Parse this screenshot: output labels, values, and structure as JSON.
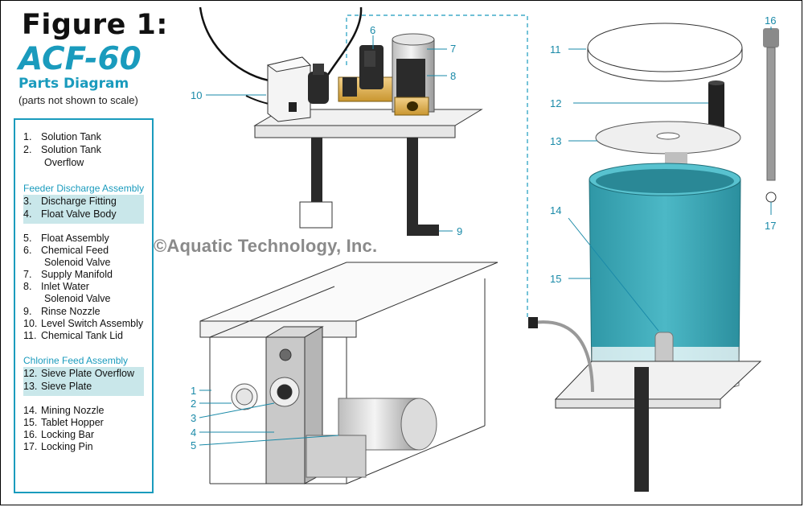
{
  "title": "Figure 1:",
  "model": "ACF-60",
  "subtitle": "Parts Diagram",
  "note": "(parts not shown to scale)",
  "watermark": "©Aquatic Technology, Inc.",
  "colors": {
    "accent": "#1a9bbd",
    "hopper": "#3aa7b5",
    "highlight": "#c9e7ea"
  },
  "legend": {
    "items_a": [
      {
        "num": "1.",
        "label": "Solution Tank"
      },
      {
        "num": "2.",
        "label": "Solution Tank",
        "cont": "Overflow"
      }
    ],
    "group_feeder": "Feeder Discharge Assembly",
    "items_b": [
      {
        "num": "3.",
        "label": "Discharge Fitting"
      },
      {
        "num": "4.",
        "label": "Float Valve Body"
      }
    ],
    "items_c": [
      {
        "num": "5.",
        "label": "Float Assembly"
      },
      {
        "num": "6.",
        "label": "Chemical Feed",
        "cont": "Solenoid Valve"
      },
      {
        "num": "7.",
        "label": "Supply Manifold"
      },
      {
        "num": "8.",
        "label": "Inlet Water",
        "cont": "Solenoid Valve"
      },
      {
        "num": "9.",
        "label": "Rinse Nozzle"
      },
      {
        "num": "10.",
        "label": "Level Switch Assembly"
      },
      {
        "num": "11.",
        "label": "Chemical Tank Lid"
      }
    ],
    "group_chlorine": "Chlorine Feed Assembly",
    "items_d": [
      {
        "num": "12.",
        "label": "Sieve Plate Overflow"
      },
      {
        "num": "13.",
        "label": "Sieve Plate"
      }
    ],
    "items_e": [
      {
        "num": "14.",
        "label": "Mining Nozzle"
      },
      {
        "num": "15.",
        "label": "Tablet Hopper"
      },
      {
        "num": "16.",
        "label": "Locking Bar"
      },
      {
        "num": "17.",
        "label": "Locking Pin"
      }
    ]
  },
  "callouts": [
    "1",
    "2",
    "3",
    "4",
    "5",
    "6",
    "7",
    "8",
    "9",
    "10",
    "11",
    "12",
    "13",
    "14",
    "15",
    "16",
    "17"
  ]
}
